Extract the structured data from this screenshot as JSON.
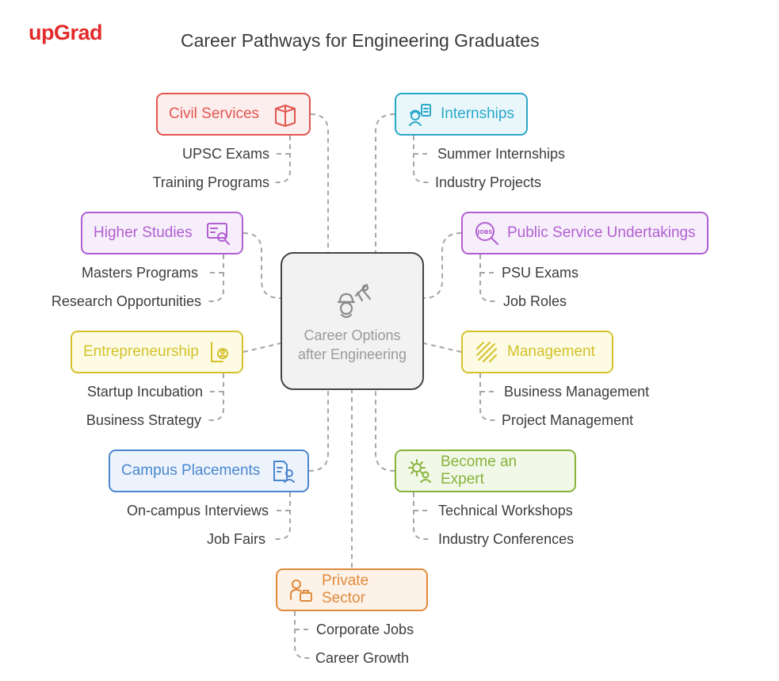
{
  "brand": {
    "logo_text": "upGrad"
  },
  "title": "Career Pathways for Engineering Graduates",
  "center": {
    "label": "Career Options after Engineering",
    "icon": "engineer-compass-icon"
  },
  "branches": [
    {
      "id": "civil",
      "label": "Civil Services",
      "icon": "book-icon",
      "color": "#e2574f",
      "fill": "#fdeeee",
      "subs": [
        "UPSC Exams",
        "Training Programs"
      ]
    },
    {
      "id": "internships",
      "label": "Internships",
      "icon": "worker-clipboard-icon",
      "color": "#2aa8c8",
      "fill": "#e9f7fb",
      "subs": [
        "Summer Internships",
        "Industry Projects"
      ]
    },
    {
      "id": "higher",
      "label": "Higher Studies",
      "icon": "certificate-search-icon",
      "color": "#b15fd0",
      "fill": "#f7eefb",
      "subs": [
        "Masters Programs",
        "Research Opportunities"
      ]
    },
    {
      "id": "psu",
      "label": "Public Service Undertakings",
      "icon": "jobs-search-icon",
      "color": "#b15fd0",
      "fill": "#f7eefb",
      "subs": [
        "PSU Exams",
        "Job Roles"
      ]
    },
    {
      "id": "entre",
      "label": "Entrepreneurship",
      "icon": "idea-person-icon",
      "color": "#d4c12c",
      "fill": "#fdfbe3",
      "subs": [
        "Startup Incubation",
        "Business Strategy"
      ]
    },
    {
      "id": "mgmt",
      "label": "Management",
      "icon": "stripes-icon",
      "color": "#d4c12c",
      "fill": "#fdfbe3",
      "subs": [
        "Business Management",
        "Project Management"
      ]
    },
    {
      "id": "campus",
      "label": "Campus Placements",
      "icon": "document-person-icon",
      "color": "#4a86cf",
      "fill": "#edf3fc",
      "subs": [
        "On-campus Interviews",
        "Job Fairs"
      ]
    },
    {
      "id": "expert",
      "label": "Become an Expert",
      "icon": "gear-person-icon",
      "color": "#86b33b",
      "fill": "#f2f8e8",
      "subs": [
        "Technical Workshops",
        "Industry Conferences"
      ]
    },
    {
      "id": "private",
      "label": "Private Sector",
      "icon": "person-briefcase-icon",
      "color": "#e08a3c",
      "fill": "#fdf2e8",
      "subs": [
        "Corporate Jobs",
        "Career Growth"
      ]
    }
  ]
}
